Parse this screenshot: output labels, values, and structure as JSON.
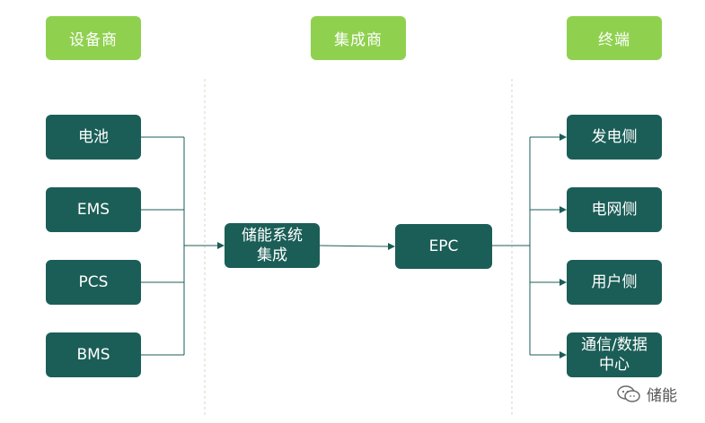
{
  "headers": {
    "equipment": "设备商",
    "integrator": "集成商",
    "terminal": "终端"
  },
  "equipment_nodes": [
    "电池",
    "EMS",
    "PCS",
    "BMS"
  ],
  "integration_node": "储能系统集成",
  "epc_node": "EPC",
  "terminal_nodes": [
    "发电侧",
    "电网侧",
    "用户侧",
    "通信/数据中心"
  ],
  "watermark": {
    "text": "储能",
    "icon": "wechat-icon"
  },
  "colors": {
    "header_bg": "#8fd14f",
    "node_bg": "#1b5e57",
    "connector": "#1b5e57",
    "divider": "#c9dcc4"
  }
}
